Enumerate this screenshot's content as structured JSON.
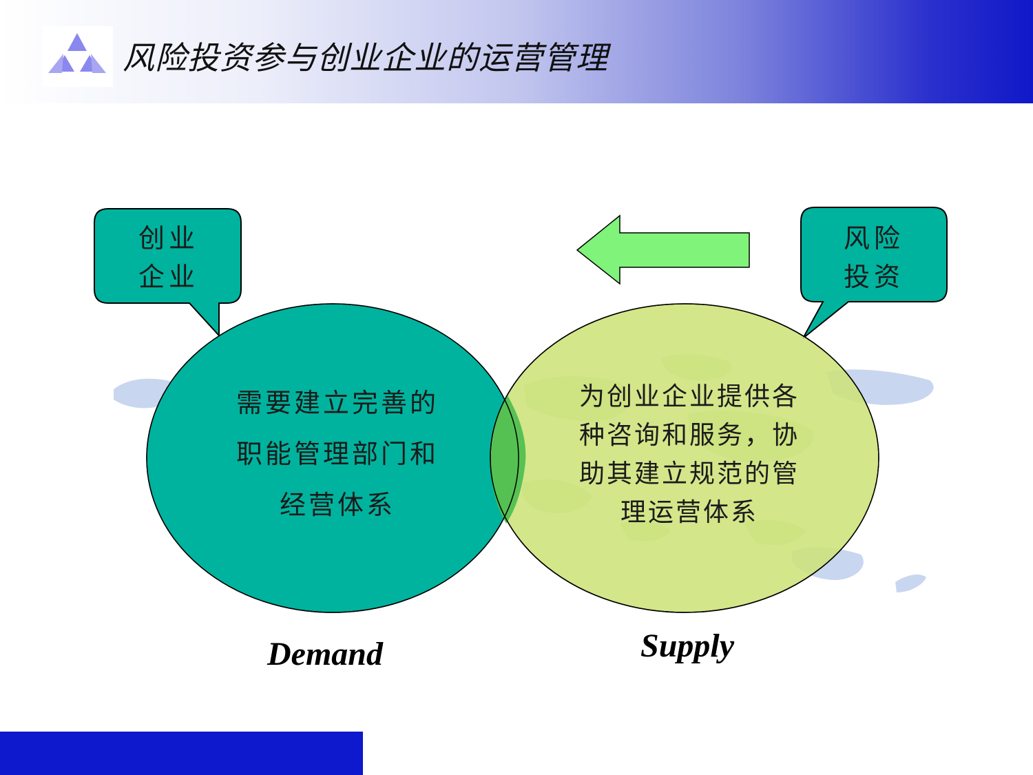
{
  "header": {
    "title": "风险投资参与创业企业的运营管理",
    "logo_icon": "triangle-logo-icon"
  },
  "callouts": {
    "left": {
      "line1": "创业",
      "line2": "企业"
    },
    "right": {
      "line1": "风险",
      "line2": "投资"
    }
  },
  "circles": {
    "left": {
      "lines": [
        "需要建立完善的",
        "职能管理部门和",
        "经营体系"
      ]
    },
    "right": {
      "lines": [
        "为创业企业提供各",
        "种咨询和服务，协",
        "助其建立规范的管",
        "理运营体系"
      ]
    }
  },
  "labels": {
    "demand": "Demand",
    "supply": "Supply"
  },
  "colors": {
    "teal": "#00b39e",
    "lime": "#cde37a",
    "arrow": "#80f37a",
    "overlap": "#50bf50",
    "header_dark": "#1018c8",
    "footer_bar": "#0e18cc",
    "logo_purple": "#8a88ee"
  },
  "icons": {
    "arrow": "left-arrow-icon",
    "map": "world-map-watermark"
  }
}
